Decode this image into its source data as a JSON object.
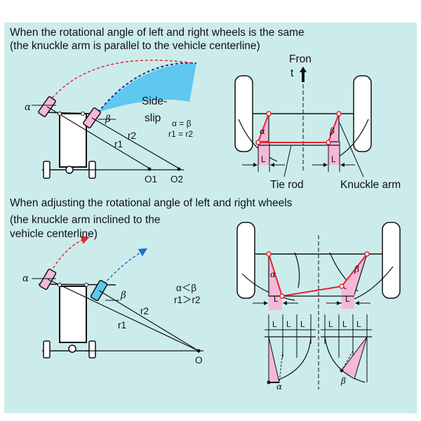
{
  "section1": {
    "title_line1": "When the rotational angle of left and right wheels is the same",
    "title_line2": "(the knuckle arm is parallel to the vehicle centerline)",
    "alpha": "α",
    "beta": "β",
    "side_slip_1": "Side-",
    "side_slip_2": "slip",
    "eq1": "α = β",
    "eq2": "r1 = r2",
    "r1": "r1",
    "r2": "r2",
    "o1": "O1",
    "o2": "O2",
    "front_1": "Fron",
    "front_2": "t",
    "L_left": "L",
    "L_right": "L",
    "tie_rod": "Tie rod",
    "knuckle_arm": "Knuckle arm"
  },
  "section2": {
    "title": "When adjusting the rotational angle of left and right wheels",
    "sub_line1": "(the knuckle arm inclined to the",
    "sub_line2": "vehicle centerline)",
    "alpha": "α",
    "beta": "β",
    "eq1": "α＜β",
    "eq2": "r1＞r2",
    "r1": "r1",
    "r2": "r2",
    "o": "O",
    "L_left": "L",
    "L_right": "L",
    "L_row_left": [
      "L",
      "L",
      "L"
    ],
    "L_row_right": [
      "L",
      "L",
      "L"
    ]
  },
  "colors": {
    "background_panel": "#ccecec",
    "wheel_pink": "#f5b8d8",
    "side_slip_blue": "#38b6e8",
    "red_line": "#e8232d",
    "blue_dashed": "#1a6fd0"
  }
}
